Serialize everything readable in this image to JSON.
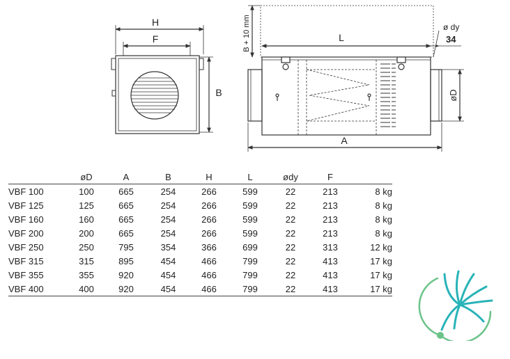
{
  "drawing": {
    "front_view": {
      "label_h": "H",
      "label_f": "F",
      "label_b": "B"
    },
    "side_view": {
      "label_clearance": "B + 10 mm",
      "label_l": "L",
      "label_dy": "ø dy",
      "label_34": "34",
      "label_d": "øD",
      "label_a": "A"
    }
  },
  "table": {
    "headers": [
      "",
      "øD",
      "A",
      "B",
      "H",
      "L",
      "ødy",
      "F",
      ""
    ],
    "rows": [
      [
        "VBF 100",
        "100",
        "665",
        "254",
        "266",
        "599",
        "22",
        "213",
        "8 kg"
      ],
      [
        "VBF 125",
        "125",
        "665",
        "254",
        "266",
        "599",
        "22",
        "213",
        "8 kg"
      ],
      [
        "VBF 160",
        "160",
        "665",
        "254",
        "266",
        "599",
        "22",
        "213",
        "8 kg"
      ],
      [
        "VBF 200",
        "200",
        "665",
        "254",
        "266",
        "599",
        "22",
        "213",
        "8 kg"
      ],
      [
        "VBF 250",
        "250",
        "795",
        "354",
        "366",
        "699",
        "22",
        "313",
        "12 kg"
      ],
      [
        "VBF 315",
        "315",
        "895",
        "454",
        "466",
        "799",
        "22",
        "413",
        "17 kg"
      ],
      [
        "VBF 355",
        "355",
        "920",
        "454",
        "466",
        "799",
        "22",
        "413",
        "17 kg"
      ],
      [
        "VBF 400",
        "400",
        "920",
        "454",
        "466",
        "799",
        "22",
        "413",
        "17 kg"
      ]
    ]
  },
  "colors": {
    "line": "#333333",
    "logo_teal": "#29b3b8",
    "logo_green": "#6cc38a"
  },
  "logo": {
    "icon": "brand-logo-icon"
  }
}
